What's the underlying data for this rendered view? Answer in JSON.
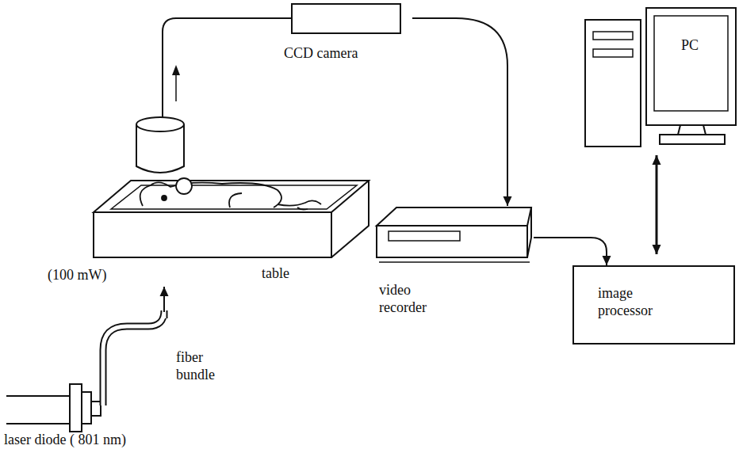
{
  "diagram": {
    "nodes": [
      {
        "text": [
          "CCD camera"
        ]
      },
      {
        "text": [
          "PC"
        ]
      },
      {
        "text": [
          "table"
        ]
      },
      {
        "text": [
          "video recorder"
        ]
      },
      {
        "text": [
          "image processor"
        ]
      },
      {
        "text": [
          "laser diode ( 801 nm)"
        ]
      }
    ],
    "edges": [
      {
        "from": 0,
        "to": 3,
        "arrow": "to"
      },
      {
        "from": 3,
        "to": 4,
        "arrow": "to"
      },
      {
        "from": 4,
        "to": 1,
        "arrow": "both"
      },
      {
        "from": 5,
        "to": 2,
        "arrow": "to"
      }
    ],
    "labels": [
      "(100 mW)",
      "fiber bundle"
    ]
  }
}
